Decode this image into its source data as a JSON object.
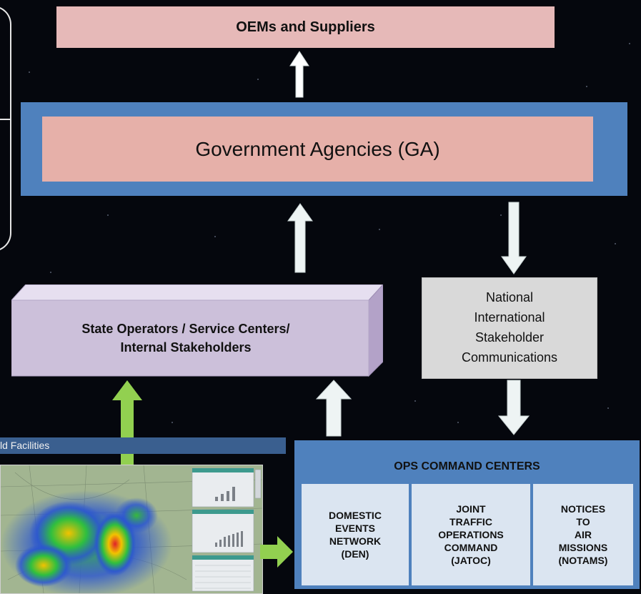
{
  "top": {
    "label": "OEMs and Suppliers"
  },
  "government": {
    "label": "Government Agencies (GA)"
  },
  "state": {
    "line1": "State Operators  / Service Centers/",
    "line2": "Internal Stakeholders"
  },
  "communications": {
    "lines": [
      "National",
      "International",
      "Stakeholder",
      "Communications"
    ]
  },
  "field": {
    "label": "ld Facilities"
  },
  "ops": {
    "title": "OPS COMMAND CENTERS",
    "units": [
      {
        "lines": [
          "DOMESTIC",
          "EVENTS",
          "NETWORK",
          "(DEN)"
        ]
      },
      {
        "lines": [
          "JOINT",
          "TRAFFIC",
          "OPERATIONS",
          "COMMAND",
          "(JATOC)"
        ]
      },
      {
        "lines": [
          "NOTICES",
          "TO",
          "AIR",
          "MISSIONS",
          "(NOTAMS)"
        ]
      }
    ]
  },
  "colors": {
    "blue": "#4f81bd",
    "pink": "#e6b9b8",
    "green": "#92d050",
    "lavender": "#ccc0da",
    "gray": "#d9d9d9",
    "light_blue": "#dbe5f1"
  }
}
